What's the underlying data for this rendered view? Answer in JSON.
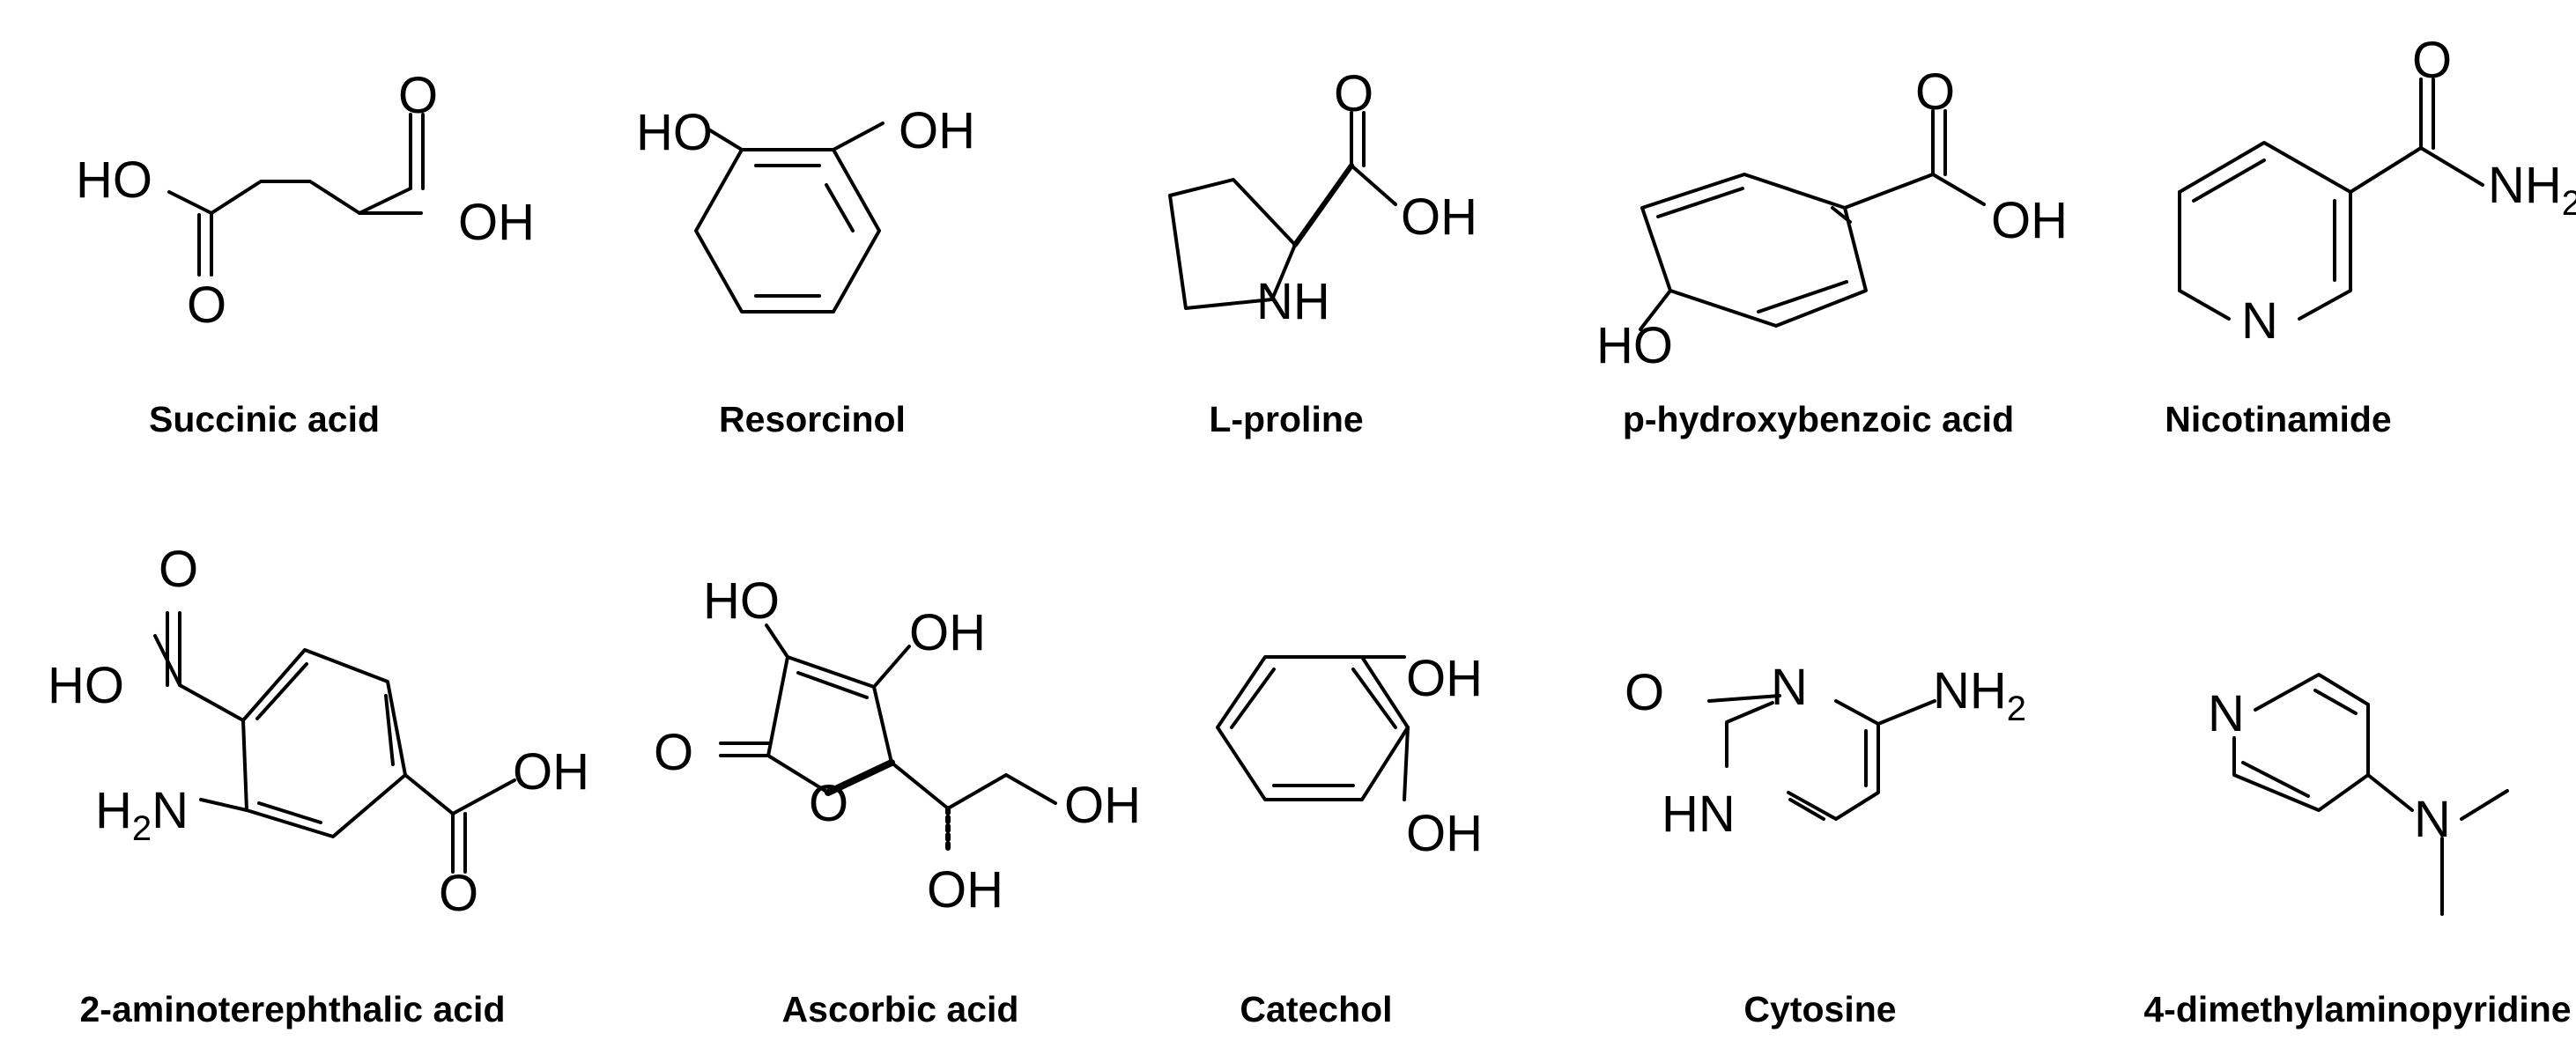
{
  "molecules": [
    {
      "name": "Succinic acid",
      "labels": {
        "ho": "HO",
        "o1": "O",
        "o2": "O",
        "oh": "OH"
      }
    },
    {
      "name": "Resorcinol",
      "labels": {
        "ho": "HO",
        "oh": "OH"
      }
    },
    {
      "name": "L-proline",
      "labels": {
        "o": "O",
        "oh": "OH",
        "nh": "NH"
      }
    },
    {
      "name": "p-hydroxybenzoic acid",
      "labels": {
        "o": "O",
        "oh": "OH",
        "ho": "HO"
      }
    },
    {
      "name": "Nicotinamide",
      "labels": {
        "o": "O",
        "nh": "NH",
        "n": "N"
      }
    },
    {
      "name": "2-aminoterephthalic acid",
      "labels": {
        "o1": "O",
        "ho": "HO",
        "h2n": "H",
        "n": "N",
        "oh": "OH",
        "o2": "O"
      }
    },
    {
      "name": "Ascorbic acid",
      "labels": {
        "ho": "HO",
        "oh1": "OH",
        "o1": "O",
        "o2": "O",
        "oh2": "OH",
        "oh3": "OH"
      }
    },
    {
      "name": "Catechol",
      "labels": {
        "oh1": "OH",
        "oh2": "OH"
      }
    },
    {
      "name": "Cytosine",
      "labels": {
        "o": "O",
        "n": "N",
        "nh": "NH",
        "hn": "HN"
      }
    },
    {
      "name": "4-dimethylaminopyridine",
      "labels": {
        "n1": "N",
        "n2": "N"
      }
    }
  ],
  "subscript": "2"
}
